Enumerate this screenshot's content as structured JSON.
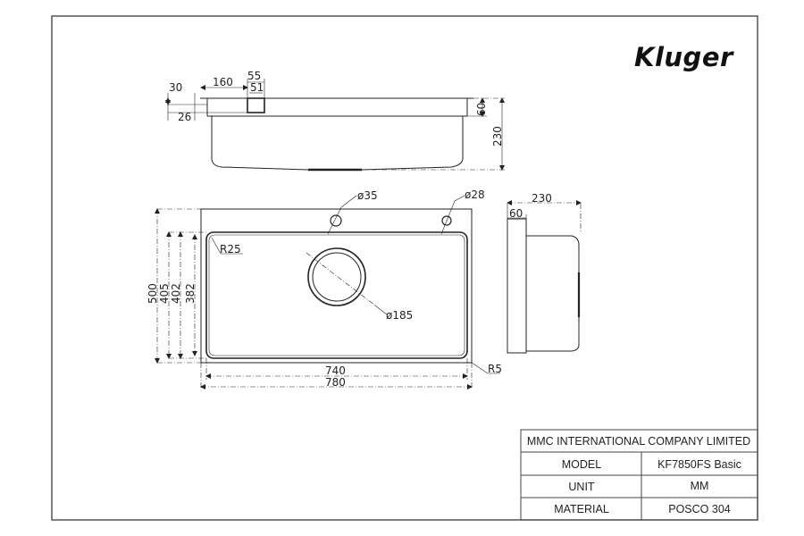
{
  "brand": {
    "logo_text": "Kluger"
  },
  "side_view_top": {
    "dimensions": {
      "edge_thickness": "30",
      "flange_width_left": "160",
      "tap_block_outer": "55",
      "tap_block_inner": "51",
      "edge_offset": "26",
      "flange_height": "60",
      "total_depth": "230"
    }
  },
  "top_view": {
    "dimensions": {
      "tap_hole_1": "ø35",
      "tap_hole_2": "ø28",
      "corner_radius_bowl": "R25",
      "drain_diameter": "ø185",
      "outer_corner_radius": "R5",
      "bowl_width": "740",
      "overall_width": "780",
      "overall_depth": "500",
      "depth_405": "405",
      "depth_402": "402",
      "bowl_depth": "382"
    }
  },
  "side_view_right": {
    "dimensions": {
      "total_depth": "230",
      "flange_height": "60"
    }
  },
  "title_block": {
    "company": "MMC INTERNATIONAL COMPANY LIMITED",
    "rows": [
      {
        "label": "MODEL",
        "value": "KF7850FS Basic"
      },
      {
        "label": "UNIT",
        "value": "MM"
      },
      {
        "label": "MATERIAL",
        "value": "POSCO 304"
      }
    ]
  }
}
